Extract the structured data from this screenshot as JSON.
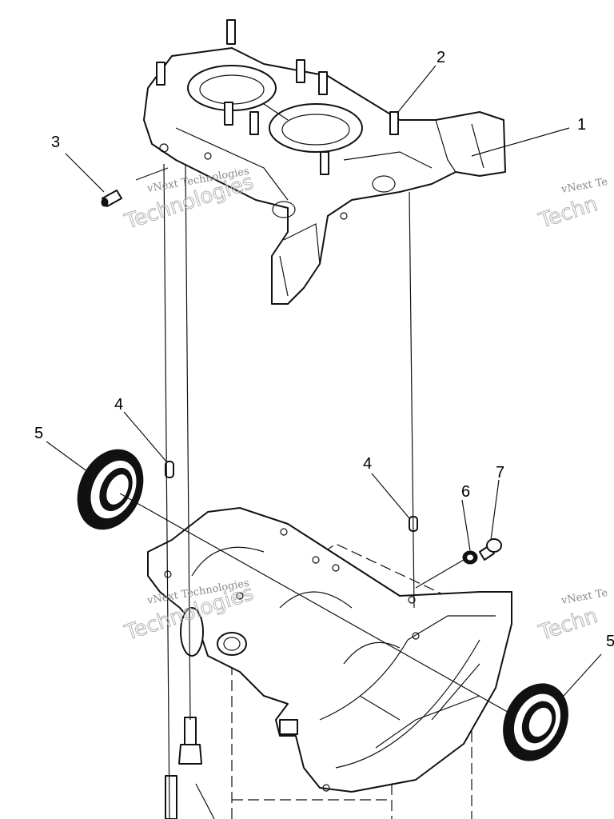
{
  "callouts": {
    "c1": "1",
    "c2": "2",
    "c3": "3",
    "c4a": "4",
    "c4b": "4",
    "c5a": "5",
    "c5b": "5",
    "c6": "6",
    "c7": "7"
  },
  "watermarks": {
    "w1_small": "vNext Technologies",
    "w1_big": "Technologies",
    "w2_small": "vNext Te",
    "w2_big": "Techn",
    "w3_small": "vNext Technologies",
    "w3_big": "Technologies",
    "w4_small": "vNext Te",
    "w4_big": "Techn"
  }
}
